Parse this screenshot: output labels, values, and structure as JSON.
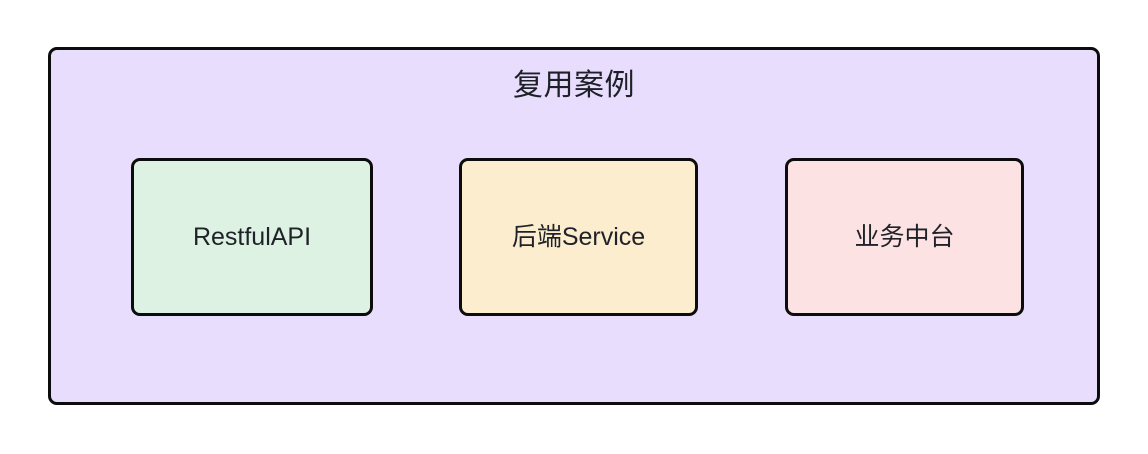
{
  "diagram": {
    "type": "grouped-box-diagram",
    "group": {
      "title": "复用案例",
      "fill_color": "#e9ddfd",
      "border_color": "#0c0c0c"
    },
    "nodes": [
      {
        "label": "RestfulAPI",
        "fill_color": "#ddf2e3",
        "border_color": "#0c0c0c"
      },
      {
        "label": "后端Service",
        "fill_color": "#fcedcf",
        "border_color": "#0c0c0c"
      },
      {
        "label": "业务中台",
        "fill_color": "#fce2e2",
        "border_color": "#0c0c0c"
      }
    ],
    "background_color": "#ffffff",
    "text_color": "#1f2229"
  }
}
